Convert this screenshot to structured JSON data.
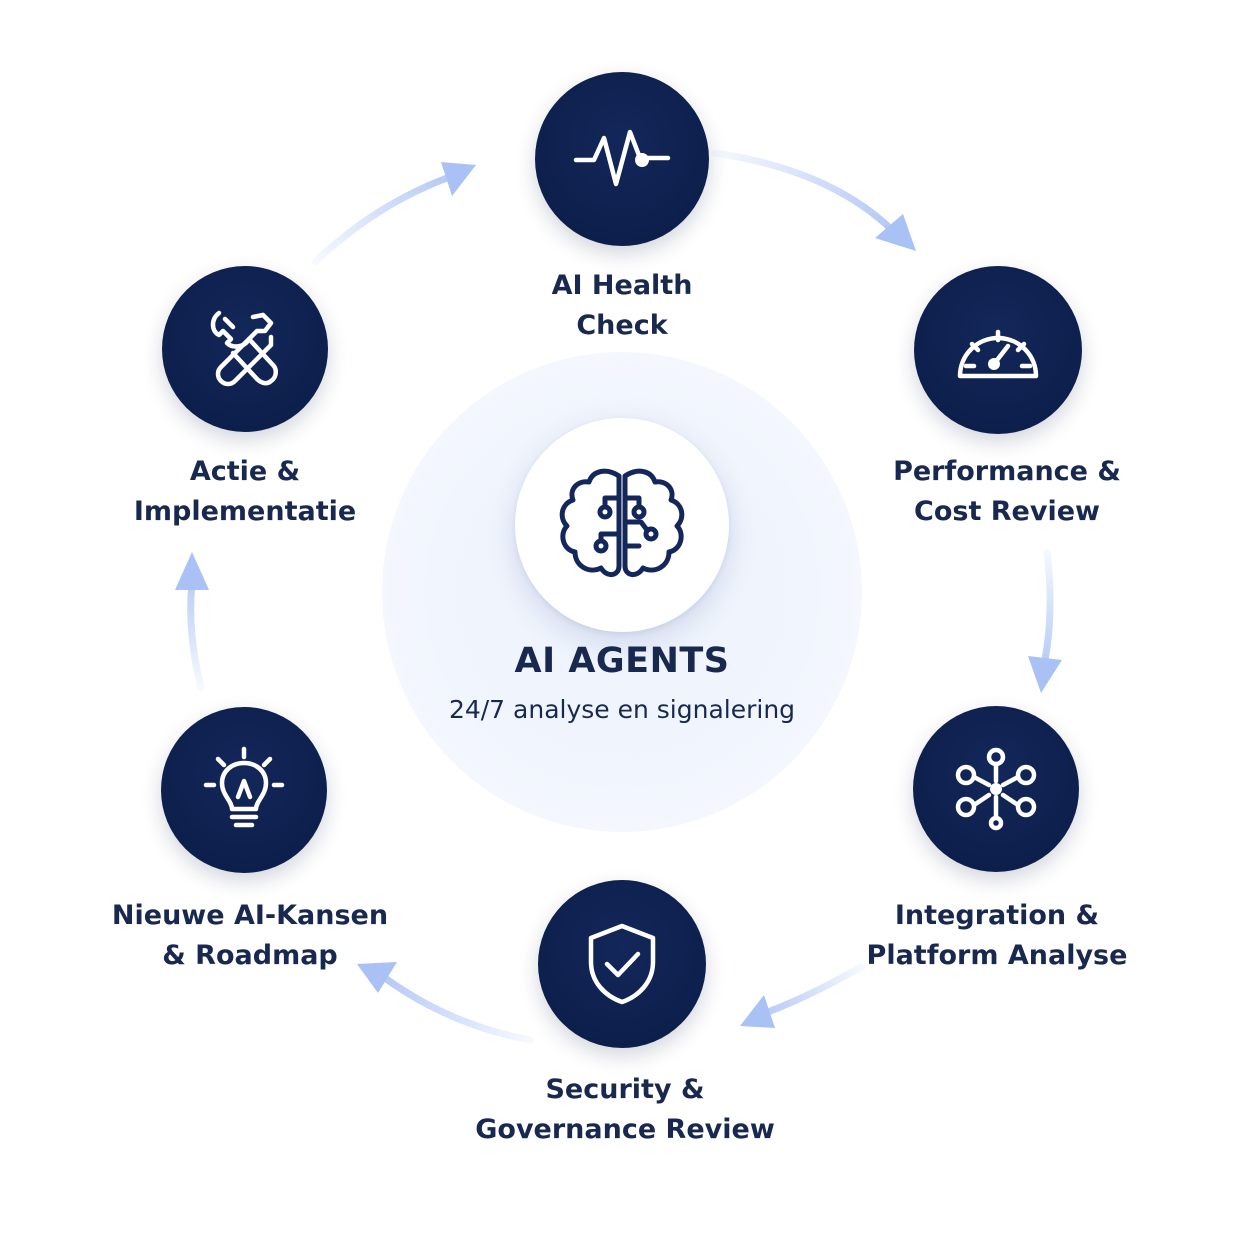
{
  "center": {
    "title": "AI AGENTS",
    "subtitle": "24/7 analyse en signalering",
    "icon": "brain-circuit-icon"
  },
  "steps": [
    {
      "id": "health",
      "icon": "heartbeat-icon",
      "lines": [
        "AI Health",
        "Check"
      ]
    },
    {
      "id": "performance",
      "icon": "speedometer-icon",
      "lines": [
        "Performance &",
        "Cost Review"
      ]
    },
    {
      "id": "integration",
      "icon": "network-nodes-icon",
      "lines": [
        "Integration &",
        "Platform Analyse"
      ]
    },
    {
      "id": "security",
      "icon": "shield-check-icon",
      "lines": [
        "Security &",
        "Governance Review"
      ]
    },
    {
      "id": "roadmap",
      "icon": "lightbulb-icon",
      "lines": [
        "Nieuwe AI-Kansen",
        "& Roadmap"
      ]
    },
    {
      "id": "action",
      "icon": "wrench-screwdriver-icon",
      "lines": [
        "Actie &",
        "Implementatie"
      ]
    }
  ],
  "colors": {
    "node": "#0d1f4c",
    "text": "#18284f",
    "arrow": "#a9c1f4",
    "halo": "#eef3fc"
  }
}
